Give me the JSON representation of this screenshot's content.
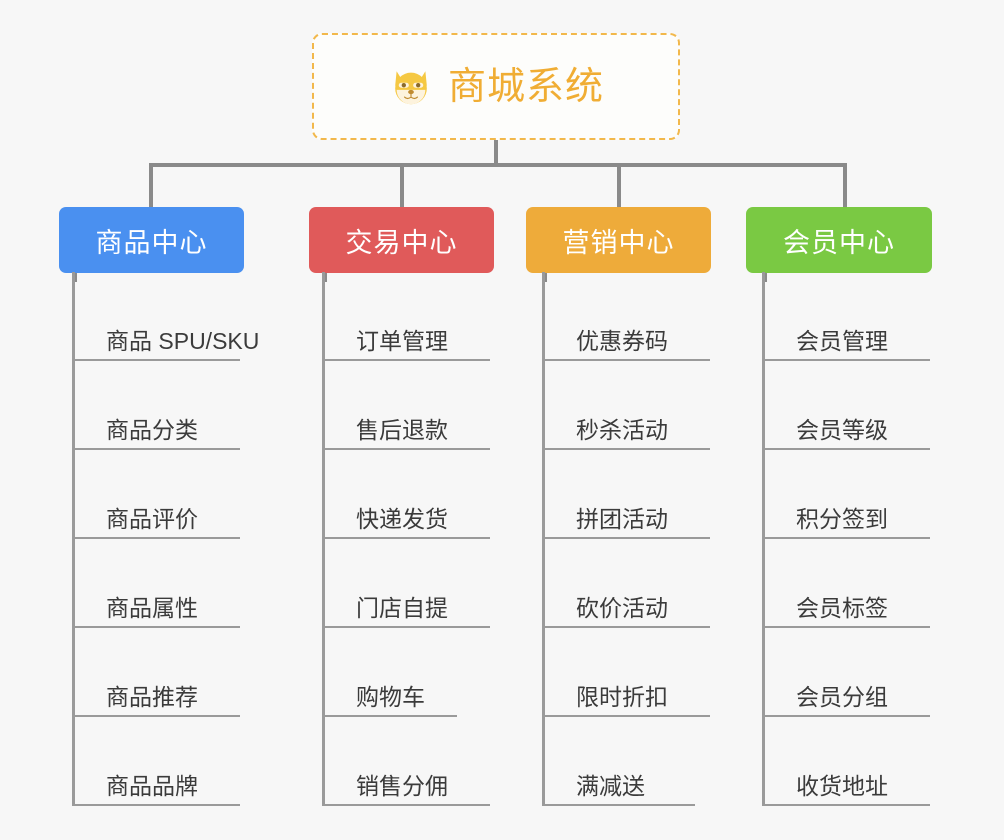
{
  "root": {
    "title": "商城系统",
    "icon": "dog-face-emoji",
    "border_color": "#f2b84b",
    "text_color": "#f0ad34"
  },
  "canvas": {
    "background": "#f7f7f7",
    "connector_color": "#8a8a8a"
  },
  "categories": [
    {
      "label": "商品中心",
      "color": "#4a90f0",
      "items": [
        "商品 SPU/SKU",
        "商品分类",
        "商品评价",
        "商品属性",
        "商品推荐",
        "商品品牌"
      ]
    },
    {
      "label": "交易中心",
      "color": "#e05a5a",
      "items": [
        "订单管理",
        "售后退款",
        "快递发货",
        "门店自提",
        "购物车",
        "销售分佣"
      ]
    },
    {
      "label": "营销中心",
      "color": "#eeab3a",
      "items": [
        "优惠券码",
        "秒杀活动",
        "拼团活动",
        "砍价活动",
        "限时折扣",
        "满减送"
      ]
    },
    {
      "label": "会员中心",
      "color": "#7ac943",
      "items": [
        "会员管理",
        "会员等级",
        "积分签到",
        "会员标签",
        "会员分组",
        "收货地址"
      ]
    }
  ]
}
